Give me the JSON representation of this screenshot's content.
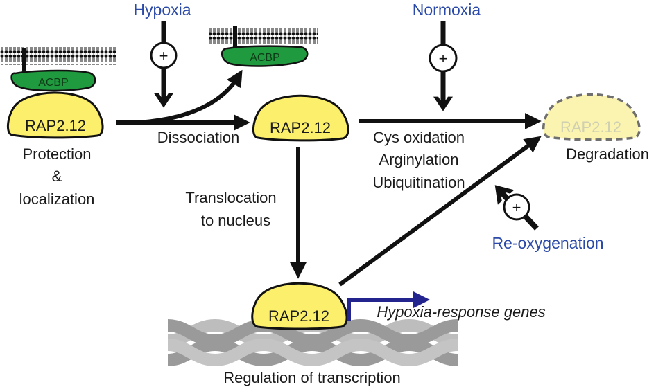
{
  "protein": "RAP2.12",
  "binding_protein": "ACBP",
  "conditions": {
    "hypoxia": "Hypoxia",
    "normoxia": "Normoxia",
    "reoxygenation": "Re-oxygenation"
  },
  "signal_symbol": "+",
  "labels": {
    "protection_line1": "Protection",
    "protection_line2": "&",
    "protection_line3": "localization",
    "dissociation": "Dissociation",
    "translocation_line1": "Translocation",
    "translocation_line2": "to nucleus",
    "mod_line1": "Cys oxidation",
    "mod_line2": "Arginylation",
    "mod_line3": "Ubiquitination",
    "degradation": "Degradation",
    "target_genes": "Hypoxia-response genes",
    "transcription": "Regulation of transcription"
  },
  "colors": {
    "protein_fill": "#fbef6b",
    "protein_faded_fill": "#fbf3b0",
    "acbp_fill": "#1f9a3e",
    "condition_text": "#2b4aa8",
    "gene_arrow": "#24248f",
    "dna_light": "#c4c4c4",
    "dna_dark": "#9a9a9a"
  }
}
